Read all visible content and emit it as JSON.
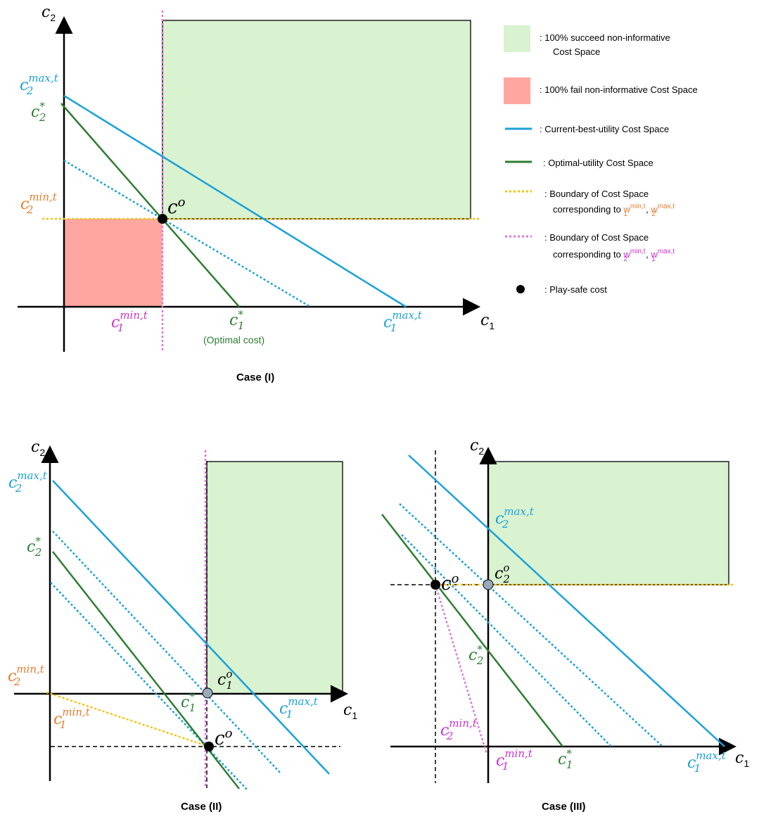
{
  "colors": {
    "green_fill": "#d9f2d0",
    "red_fill": "#ffa6a0",
    "blue": "#1ba1d8",
    "dark_green": "#2e7d32",
    "orange": "#e97d2f",
    "yellow_dotted": "#f4c20d",
    "magenta": "#cc33cc",
    "magenta_dotted": "#dd77dd",
    "black": "#000000"
  },
  "axes": {
    "x": "c",
    "x_sub": "1",
    "y": "c",
    "y_sub": "2"
  },
  "labels": {
    "c": "c",
    "c_star_sup": "*",
    "max_t": "max,t",
    "min_t": "min,t",
    "o_sup": "o",
    "sub1": "1",
    "sub2": "2",
    "play_safe_big": "c",
    "optimal_cost": "(Optimal cost)"
  },
  "captions": {
    "case1": "Case (I)",
    "case2": "Case (II)",
    "case3": "Case (III)"
  },
  "legend": {
    "green_box": {
      "line1": ": 100% succeed non-informative",
      "line2": "Cost Space",
      "icon": "green-square"
    },
    "red_box": {
      "text": ": 100% fail non-informative Cost Space",
      "icon": "red-square"
    },
    "blue_line": {
      "text": ": Current-best-utility Cost Space",
      "icon": "blue-line"
    },
    "green_line": {
      "text": ": Optimal-utility Cost Space",
      "icon": "green-line"
    },
    "yellow_dotted": {
      "line1": ": Boundary of Cost Space",
      "line2_prefix": "corresponding to ",
      "w": "w",
      "w1_sub": "1",
      "w1_sup": "min,t",
      "sep": ", ",
      "w2_sub": "2",
      "w2_sup": "max,t",
      "icon": "yellow-dotted-line"
    },
    "magenta_dotted": {
      "line1": ": Boundary of Cost Space",
      "line2_prefix": "corresponding to ",
      "w": "w",
      "w2_sub": "2",
      "w2_sup": "min,t",
      "sep": ", ",
      "w1_sub": "1",
      "w1_sup": "max,t",
      "icon": "magenta-dotted-line"
    },
    "dot": {
      "text": ": Play-safe cost",
      "icon": "black-dot"
    }
  }
}
